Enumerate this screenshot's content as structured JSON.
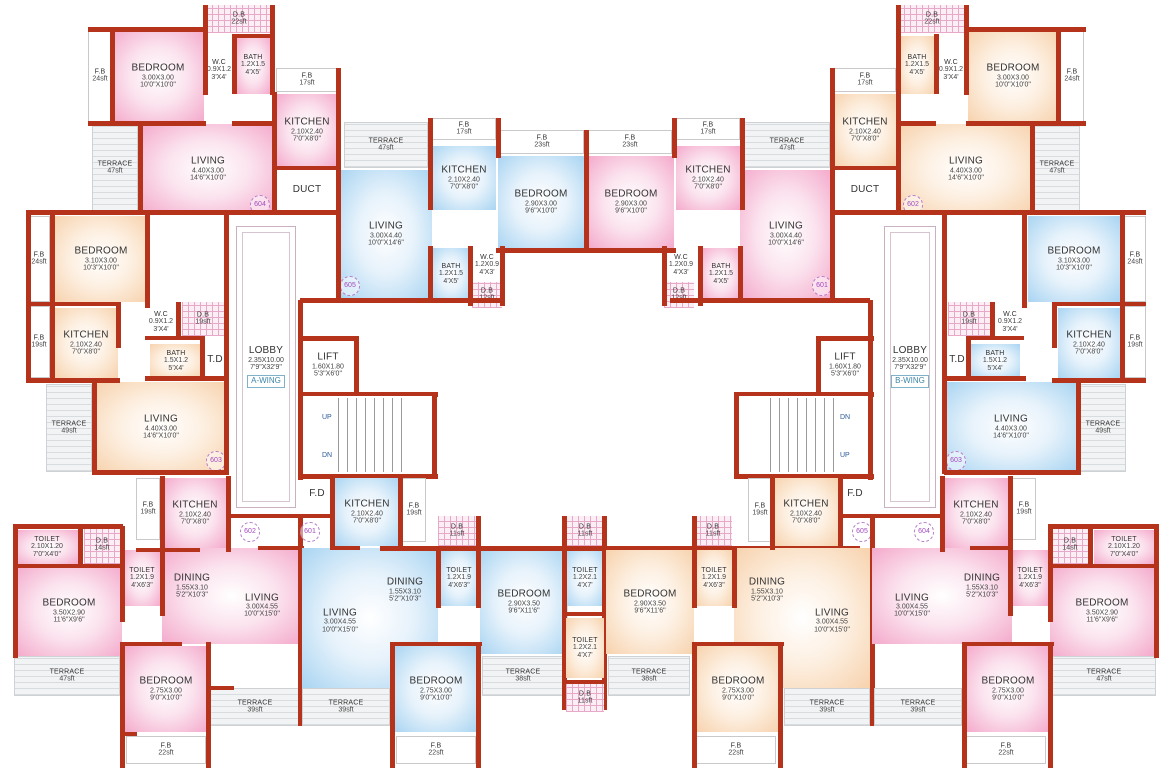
{
  "plan": {
    "wings": [
      {
        "name": "lobby-a",
        "label": "LOBBY",
        "dims_m": "2.35X10.00",
        "dims_ft": "7'9\"X32'9\"",
        "wing": "A-WING"
      },
      {
        "name": "lobby-b",
        "label": "LOBBY",
        "dims_m": "2.35X10.00",
        "dims_ft": "7'9\"X32'9\"",
        "wing": "B-WING"
      }
    ],
    "lifts": [
      {
        "label": "LIFT",
        "dims_m": "1.60X1.80",
        "dims_ft": "5'3\"X6'0\""
      },
      {
        "label": "LIFT",
        "dims_m": "1.60X1.80",
        "dims_ft": "5'3\"X6'0\""
      }
    ],
    "stairs": {
      "up": "UP",
      "dn": "DN"
    },
    "fd": "F.D",
    "td": "T.D",
    "duct": "DUCT",
    "colors": {
      "wall": "#b5331a",
      "pink": "#f4a9cb",
      "blue": "#a8d4f2",
      "peach": "#f7d2ad",
      "terrace": "#d9dcde",
      "flat_no": "#a24ac0"
    },
    "rooms": [
      {
        "id": "r1",
        "label": "BEDROOM",
        "m": "3.00X3.00",
        "ft": "10'0\"X10'0\""
      },
      {
        "id": "r2",
        "label": "W.C",
        "m": "0.9X1.2",
        "ft": "3'X4'"
      },
      {
        "id": "r3",
        "label": "BATH",
        "m": "1.2X1.5",
        "ft": "4'X5'"
      },
      {
        "id": "r4",
        "label": "D.B",
        "m": "22sft",
        "ft": ""
      },
      {
        "id": "r5",
        "label": "F.B",
        "m": "24sft",
        "ft": ""
      },
      {
        "id": "r6",
        "label": "F.B",
        "m": "17sft",
        "ft": ""
      },
      {
        "id": "r7",
        "label": "KITCHEN",
        "m": "2.10X2.40",
        "ft": "7'0\"X8'0\""
      },
      {
        "id": "r8",
        "label": "LIVING",
        "m": "4.40X3.00",
        "ft": "14'6\"X10'0\""
      },
      {
        "id": "r9",
        "label": "TERRACE",
        "m": "47sft",
        "ft": ""
      },
      {
        "id": "r10",
        "label": "TERRACE",
        "m": "47sft",
        "ft": ""
      },
      {
        "id": "r11",
        "label": "F.B",
        "m": "17sft",
        "ft": ""
      },
      {
        "id": "r12",
        "label": "KITCHEN",
        "m": "2.10X2.40",
        "ft": "7'0\"X8'0\""
      },
      {
        "id": "r13",
        "label": "F.B",
        "m": "23sft",
        "ft": ""
      },
      {
        "id": "r14",
        "label": "BEDROOM",
        "m": "2.90X3.00",
        "ft": "9'6\"X10'0\""
      },
      {
        "id": "r15",
        "label": "LIVING",
        "m": "3.00X4.40",
        "ft": "10'0\"X14'6\""
      },
      {
        "id": "r16",
        "label": "BATH",
        "m": "1.2X1.5",
        "ft": "4'X5'"
      },
      {
        "id": "r17",
        "label": "W.C",
        "m": "1.2X0.9",
        "ft": "4'X3'"
      },
      {
        "id": "r18",
        "label": "D.B",
        "m": "12sft",
        "ft": ""
      },
      {
        "id": "r19",
        "label": "F.B",
        "m": "23sft",
        "ft": ""
      },
      {
        "id": "r20",
        "label": "BEDROOM",
        "m": "2.90X3.00",
        "ft": "9'6\"X10'0\""
      },
      {
        "id": "r21",
        "label": "F.B",
        "m": "17sft",
        "ft": ""
      },
      {
        "id": "r22",
        "label": "KITCHEN",
        "m": "2.10X2.40",
        "ft": "7'0\"X8'0\""
      },
      {
        "id": "r23",
        "label": "TERRACE",
        "m": "47sft",
        "ft": ""
      },
      {
        "id": "r24",
        "label": "LIVING",
        "m": "3.00X4.40",
        "ft": "10'0\"X14'6\""
      },
      {
        "id": "r25",
        "label": "W.C",
        "m": "1.2X0.9",
        "ft": "4'X3'"
      },
      {
        "id": "r26",
        "label": "BATH",
        "m": "1.2X1.5",
        "ft": "4'X5'"
      },
      {
        "id": "r27",
        "label": "D.B",
        "m": "12sft",
        "ft": ""
      },
      {
        "id": "r28",
        "label": "D.B",
        "m": "22sft",
        "ft": ""
      },
      {
        "id": "r29",
        "label": "BATH",
        "m": "1.2X1.5",
        "ft": "4'X5'"
      },
      {
        "id": "r30",
        "label": "W.C",
        "m": "0.9X1.2",
        "ft": "3'X4'"
      },
      {
        "id": "r31",
        "label": "BEDROOM",
        "m": "3.00X3.00",
        "ft": "10'0\"X10'0\""
      },
      {
        "id": "r32",
        "label": "F.B",
        "m": "24sft",
        "ft": ""
      },
      {
        "id": "r33",
        "label": "F.B",
        "m": "17sft",
        "ft": ""
      },
      {
        "id": "r34",
        "label": "KITCHEN",
        "m": "2.10X2.40",
        "ft": "7'0\"X8'0\""
      },
      {
        "id": "r35",
        "label": "LIVING",
        "m": "4.40X3.00",
        "ft": "14'6\"X10'0\""
      },
      {
        "id": "r36",
        "label": "TERRACE",
        "m": "47sft",
        "ft": ""
      },
      {
        "id": "r37",
        "label": "F.B",
        "m": "24sft",
        "ft": ""
      },
      {
        "id": "r38",
        "label": "BEDROOM",
        "m": "3.10X3.00",
        "ft": "10'3\"X10'0\""
      },
      {
        "id": "r39",
        "label": "F.B",
        "m": "19sft",
        "ft": ""
      },
      {
        "id": "r40",
        "label": "KITCHEN",
        "m": "2.10X2.40",
        "ft": "7'0\"X8'0\""
      },
      {
        "id": "r41",
        "label": "W.C",
        "m": "0.9X1.2",
        "ft": "3'X4'"
      },
      {
        "id": "r42",
        "label": "D.B",
        "m": "19sft",
        "ft": ""
      },
      {
        "id": "r43",
        "label": "BATH",
        "m": "1.5X1.2",
        "ft": "5'X4'"
      },
      {
        "id": "r44",
        "label": "TERRACE",
        "m": "49sft",
        "ft": ""
      },
      {
        "id": "r45",
        "label": "LIVING",
        "m": "4.40X3.00",
        "ft": "14'6\"X10'0\""
      },
      {
        "id": "r46",
        "label": "D.B",
        "m": "19sft",
        "ft": ""
      },
      {
        "id": "r47",
        "label": "W.C",
        "m": "0.9X1.2",
        "ft": "3'X4'"
      },
      {
        "id": "r48",
        "label": "BEDROOM",
        "m": "3.10X3.00",
        "ft": "10'3\"X10'0\""
      },
      {
        "id": "r49",
        "label": "F.B",
        "m": "24sft",
        "ft": ""
      },
      {
        "id": "r50",
        "label": "KITCHEN",
        "m": "2.10X2.40",
        "ft": "7'0\"X8'0\""
      },
      {
        "id": "r51",
        "label": "F.B",
        "m": "19sft",
        "ft": ""
      },
      {
        "id": "r52",
        "label": "BATH",
        "m": "1.5X1.2",
        "ft": "5'X4'"
      },
      {
        "id": "r53",
        "label": "LIVING",
        "m": "4.40X3.00",
        "ft": "14'6\"X10'0\""
      },
      {
        "id": "r54",
        "label": "TERRACE",
        "m": "49sft",
        "ft": ""
      },
      {
        "id": "r55",
        "label": "TOILET",
        "m": "2.10X1.20",
        "ft": "7'0\"X4'0\""
      },
      {
        "id": "r56",
        "label": "D.B",
        "m": "14sft",
        "ft": ""
      },
      {
        "id": "r57",
        "label": "F.B",
        "m": "19sft",
        "ft": ""
      },
      {
        "id": "r58",
        "label": "KITCHEN",
        "m": "2.10X2.40",
        "ft": "7'0\"X8'0\""
      },
      {
        "id": "r59",
        "label": "TOILET",
        "m": "1.2X1.9",
        "ft": "4'X6'3\""
      },
      {
        "id": "r60",
        "label": "DINING",
        "m": "1.55X3.10",
        "ft": "5'2\"X10'3\""
      },
      {
        "id": "r61",
        "label": "BEDROOM",
        "m": "3.50X2.90",
        "ft": "11'6\"X9'6\""
      },
      {
        "id": "r62",
        "label": "LIVING",
        "m": "3.00X4.55",
        "ft": "10'0\"X15'0\""
      },
      {
        "id": "r63",
        "label": "TERRACE",
        "m": "47sft",
        "ft": ""
      },
      {
        "id": "r64",
        "label": "BEDROOM",
        "m": "2.75X3.00",
        "ft": "9'0\"X10'0\""
      },
      {
        "id": "r65",
        "label": "TERRACE",
        "m": "39sft",
        "ft": ""
      },
      {
        "id": "r66",
        "label": "F.B",
        "m": "22sft",
        "ft": ""
      },
      {
        "id": "r67",
        "label": "KITCHEN",
        "m": "2.10X2.40",
        "ft": "7'0\"X8'0\""
      },
      {
        "id": "r68",
        "label": "F.B",
        "m": "19sft",
        "ft": ""
      },
      {
        "id": "r69",
        "label": "D.B",
        "m": "11sft",
        "ft": ""
      },
      {
        "id": "r70",
        "label": "DINING",
        "m": "1.55X3.10",
        "ft": "5'2\"X10'3\""
      },
      {
        "id": "r71",
        "label": "TOILET",
        "m": "1.2X1.9",
        "ft": "4'X6'3\""
      },
      {
        "id": "r72",
        "label": "LIVING",
        "m": "3.00X4.55",
        "ft": "10'0\"X15'0\""
      },
      {
        "id": "r73",
        "label": "BEDROOM",
        "m": "2.90X3.50",
        "ft": "9'6\"X11'6\""
      },
      {
        "id": "r74",
        "label": "TERRACE",
        "m": "39sft",
        "ft": ""
      },
      {
        "id": "r75",
        "label": "BEDROOM",
        "m": "2.75X3.00",
        "ft": "9'0\"X10'0\""
      },
      {
        "id": "r76",
        "label": "TERRACE",
        "m": "38sft",
        "ft": ""
      },
      {
        "id": "r77",
        "label": "F.B",
        "m": "22sft",
        "ft": ""
      },
      {
        "id": "r78",
        "label": "D.B",
        "m": "11sft",
        "ft": ""
      },
      {
        "id": "r79",
        "label": "TOILET",
        "m": "1.2X2.1",
        "ft": "4'X7'"
      },
      {
        "id": "r80",
        "label": "TOILET",
        "m": "1.2X2.1",
        "ft": "4'X7'"
      },
      {
        "id": "r81",
        "label": "D.B",
        "m": "11sft",
        "ft": ""
      },
      {
        "id": "r82",
        "label": "BEDROOM",
        "m": "2.90X3.50",
        "ft": "9'6\"X11'6\""
      },
      {
        "id": "r83",
        "label": "TERRACE",
        "m": "38sft",
        "ft": ""
      },
      {
        "id": "r84",
        "label": "D.B",
        "m": "11sft",
        "ft": ""
      },
      {
        "id": "r85",
        "label": "TOILET",
        "m": "1.2X1.9",
        "ft": "4'X6'3\""
      },
      {
        "id": "r86",
        "label": "F.B",
        "m": "19sft",
        "ft": ""
      },
      {
        "id": "r87",
        "label": "KITCHEN",
        "m": "2.10X2.40",
        "ft": "7'0\"X8'0\""
      },
      {
        "id": "r88",
        "label": "DINING",
        "m": "1.55X3.10",
        "ft": "5'2\"X10'3\""
      },
      {
        "id": "r89",
        "label": "LIVING",
        "m": "3.00X4.55",
        "ft": "10'0\"X15'0\""
      },
      {
        "id": "r90",
        "label": "BEDROOM",
        "m": "2.75X3.00",
        "ft": "9'0\"X10'0\""
      },
      {
        "id": "r91",
        "label": "TERRACE",
        "m": "39sft",
        "ft": ""
      },
      {
        "id": "r92",
        "label": "F.B",
        "m": "22sft",
        "ft": ""
      },
      {
        "id": "r93",
        "label": "KITCHEN",
        "m": "2.10X2.40",
        "ft": "7'0\"X8'0\""
      },
      {
        "id": "r94",
        "label": "F.B",
        "m": "19sft",
        "ft": ""
      },
      {
        "id": "r95",
        "label": "D.B",
        "m": "14sft",
        "ft": ""
      },
      {
        "id": "r96",
        "label": "TOILET",
        "m": "2.10X1.20",
        "ft": "7'0\"X4'0\""
      },
      {
        "id": "r97",
        "label": "DINING",
        "m": "1.55X3.10",
        "ft": "5'2\"X10'3\""
      },
      {
        "id": "r98",
        "label": "TOILET",
        "m": "1.2X1.9",
        "ft": "4'X6'3\""
      },
      {
        "id": "r99",
        "label": "LIVING",
        "m": "3.00X4.55",
        "ft": "10'0\"X15'0\""
      },
      {
        "id": "r100",
        "label": "BEDROOM",
        "m": "3.50X2.90",
        "ft": "11'6\"X9'6\""
      },
      {
        "id": "r101",
        "label": "TERRACE",
        "m": "47sft",
        "ft": ""
      },
      {
        "id": "r102",
        "label": "TERRACE",
        "m": "39sft",
        "ft": ""
      },
      {
        "id": "r103",
        "label": "BEDROOM",
        "m": "2.75X3.00",
        "ft": "9'0\"X10'0\""
      },
      {
        "id": "r104",
        "label": "F.B",
        "m": "22sft",
        "ft": ""
      }
    ],
    "flat_numbers": [
      "604",
      "605",
      "601",
      "602",
      "603",
      "603",
      "602",
      "601",
      "605",
      "604"
    ]
  }
}
